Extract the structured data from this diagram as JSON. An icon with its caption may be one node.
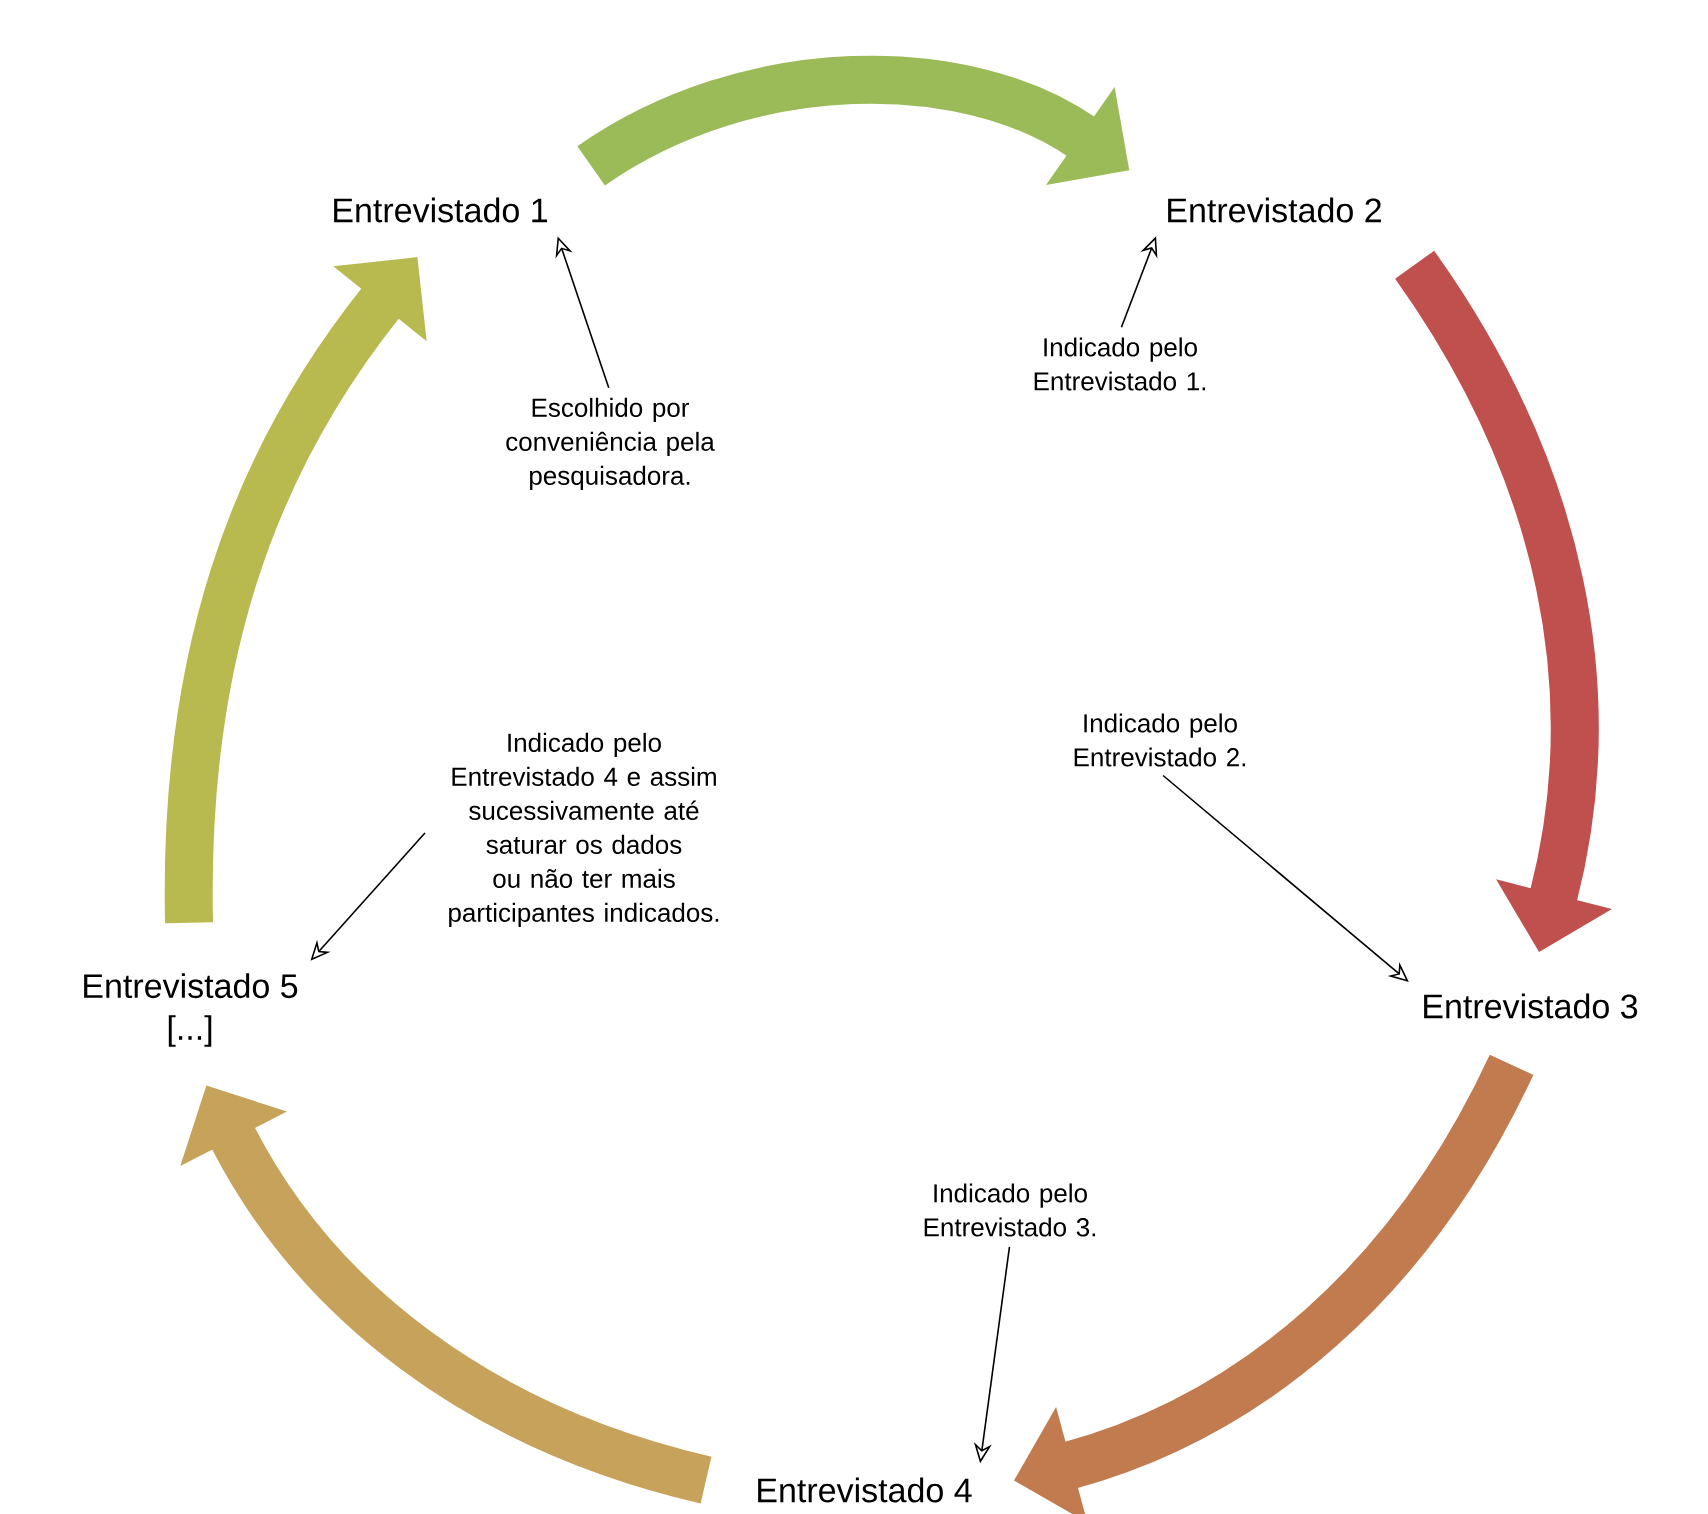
{
  "diagram": {
    "nodes": [
      {
        "text": [
          "Entrevistado 1"
        ]
      },
      {
        "text": [
          "Entrevistado 2"
        ]
      },
      {
        "text": [
          "Entrevistado 3"
        ]
      },
      {
        "text": [
          "Entrevistado 4"
        ]
      },
      {
        "text": [
          "Entrevistado 5",
          "[...]"
        ]
      },
      {
        "text": [
          "Escolhido por conveniência pela pesquisadora."
        ]
      },
      {
        "text": [
          "Indicado pelo Entrevistado 1."
        ]
      },
      {
        "text": [
          "Indicado pelo Entrevistado 2."
        ]
      },
      {
        "text": [
          "Indicado pelo Entrevistado 3."
        ]
      },
      {
        "text": [
          "Indicado pelo Entrevistado 4 e assim sucessivamente até saturar os dados ou não ter mais participantes indicados."
        ]
      }
    ],
    "edges": [
      {
        "from": 0,
        "to": 1,
        "arrow": "to",
        "style": "thick",
        "color": "#9bbb59"
      },
      {
        "from": 1,
        "to": 2,
        "arrow": "to",
        "style": "thick",
        "color": "#c0504d"
      },
      {
        "from": 2,
        "to": 3,
        "arrow": "to",
        "style": "thick",
        "color": "#c27a4f"
      },
      {
        "from": 3,
        "to": 4,
        "arrow": "to",
        "style": "thick",
        "color": "#c6a25a"
      },
      {
        "from": 4,
        "to": 0,
        "arrow": "to",
        "style": "thick",
        "color": "#b8b94f"
      },
      {
        "from": 5,
        "to": 0,
        "arrow": "to"
      },
      {
        "from": 6,
        "to": 1,
        "arrow": "to"
      },
      {
        "from": 7,
        "to": 2,
        "arrow": "to"
      },
      {
        "from": 8,
        "to": 3,
        "arrow": "to"
      },
      {
        "from": 9,
        "to": 4,
        "arrow": "to"
      }
    ]
  }
}
